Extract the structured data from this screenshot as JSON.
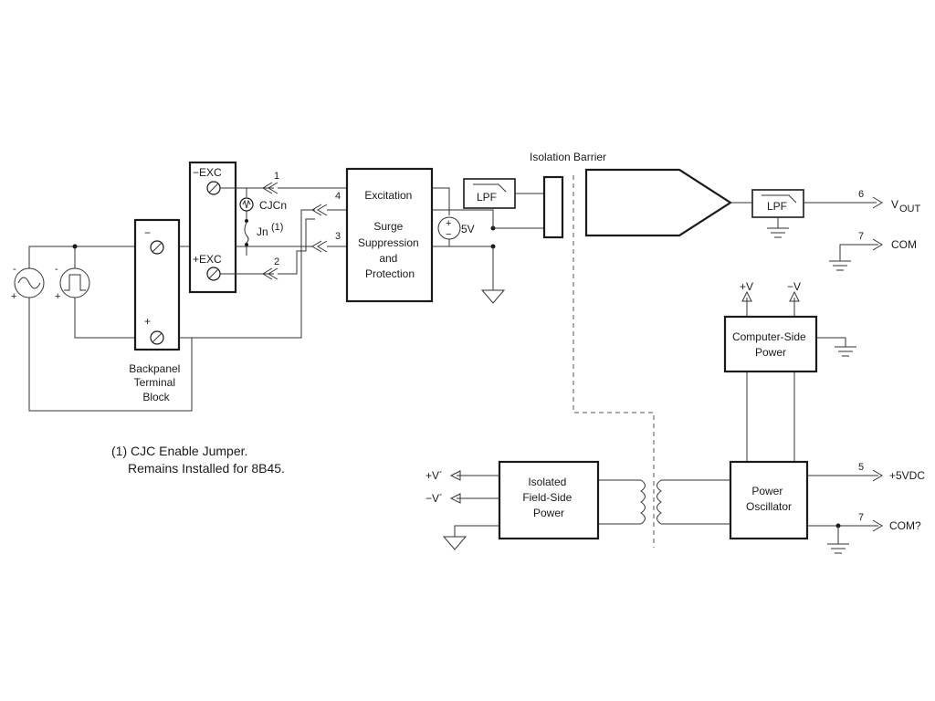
{
  "labels": {
    "neg_exc": "−EXC",
    "pos_exc": "+EXC",
    "cjcn": "CJCn",
    "jn": "Jn",
    "jn_sup": "(1)",
    "pin1": "1",
    "pin2": "2",
    "pin3": "3",
    "pin4": "4",
    "pin5": "5",
    "pin6": "6",
    "pin7a": "7",
    "pin7b": "7",
    "src5v": "5V",
    "isolation_barrier": "Isolation Barrier",
    "lpf_in": "LPF",
    "lpf_out": "LPF",
    "vout": "V",
    "vout_sub": "OUT",
    "com": "COM",
    "com_q": "COM?",
    "p5vdc": "+5VDC",
    "plus_v": "+V",
    "minus_v": "−V",
    "plus_vp": "+V´",
    "minus_vp": "−V´",
    "term_minus": "−",
    "term_plus": "+",
    "src_minus_1": "-",
    "src_plus_1": "+",
    "src_minus_2": "-",
    "src_plus_2": "+",
    "ref_minus": "−",
    "ref_plus": "+"
  },
  "blocks": {
    "excitation": [
      "Excitation",
      "Surge",
      "Suppression",
      "and",
      "Protection"
    ],
    "backpanel": [
      "Backpanel",
      "Terminal",
      "Block"
    ],
    "computer_power": [
      "Computer-Side",
      "Power"
    ],
    "isolated_power": [
      "Isolated",
      "Field-Side",
      "Power"
    ],
    "power_osc": [
      "Power",
      "Oscillator"
    ]
  },
  "note": {
    "line1": "(1) CJC Enable Jumper.",
    "line2": "Remains Installed for 8B45."
  }
}
